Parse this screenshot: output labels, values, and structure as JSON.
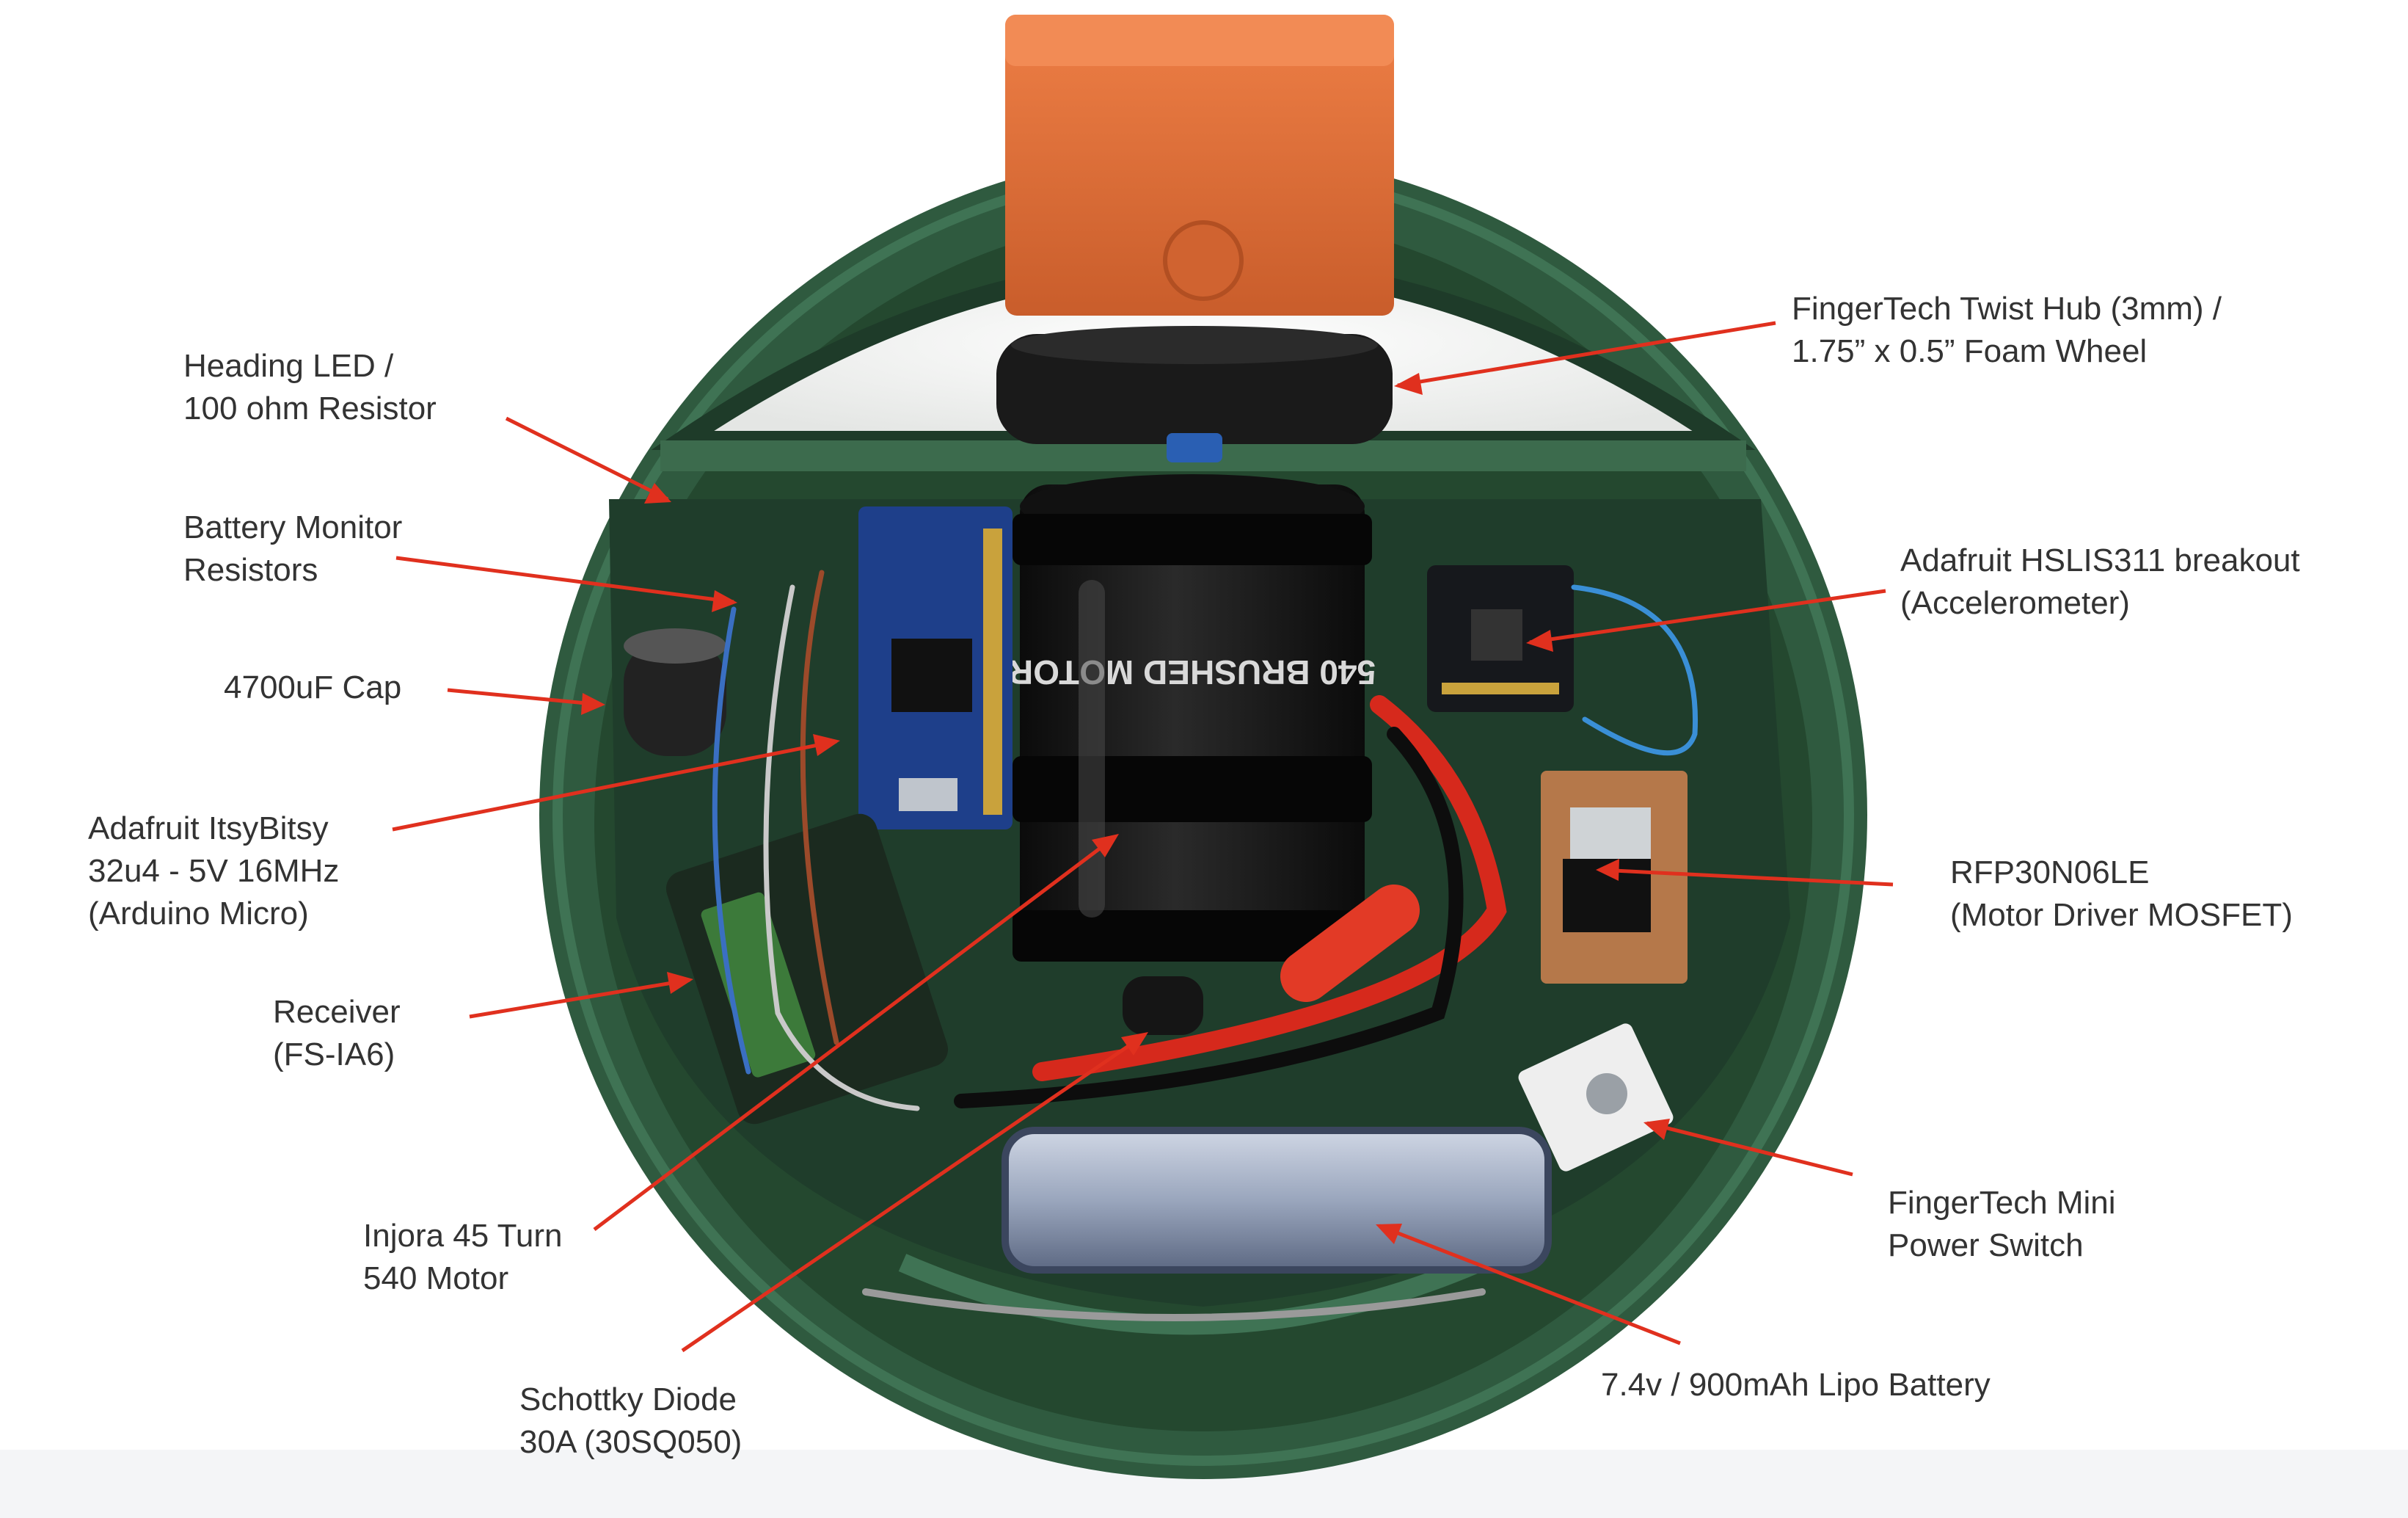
{
  "colors": {
    "background": "#ffffff",
    "shell_green": "#2f5a3f",
    "shell_inner": "#234634",
    "arm_orange": "#e06f3a",
    "motor_black": "#151515",
    "arrow_red": "#e0301e",
    "text": "#333333"
  },
  "motor_printed_text": "540 BRUSHED MOTOR",
  "labels": [
    {
      "id": "heading-led",
      "lines": [
        "Heading LED /",
        "100 ohm Resistor"
      ]
    },
    {
      "id": "battery-monitor-resistors",
      "lines": [
        "Battery Monitor",
        "Resistors"
      ]
    },
    {
      "id": "cap",
      "lines": [
        "4700uF Cap"
      ]
    },
    {
      "id": "itsybitsy",
      "lines": [
        "Adafruit ItsyBitsy",
        "32u4 - 5V 16MHz",
        "(Arduino Micro)"
      ]
    },
    {
      "id": "receiver",
      "lines": [
        "Receiver",
        "(FS-IA6)"
      ]
    },
    {
      "id": "motor",
      "lines": [
        "Injora 45 Turn",
        "540 Motor"
      ]
    },
    {
      "id": "diode",
      "lines": [
        "Schottky Diode",
        "30A (30SQ050)"
      ]
    },
    {
      "id": "twist-hub",
      "lines": [
        "FingerTech Twist Hub (3mm) /",
        "1.75” x 0.5” Foam Wheel"
      ]
    },
    {
      "id": "accelerometer",
      "lines": [
        "Adafruit HSLIS311 breakout",
        "(Accelerometer)"
      ]
    },
    {
      "id": "mosfet",
      "lines": [
        "RFP30N06LE",
        "(Motor Driver MOSFET)"
      ]
    },
    {
      "id": "power-switch",
      "lines": [
        "FingerTech Mini",
        "Power Switch"
      ]
    },
    {
      "id": "battery",
      "lines": [
        "7.4v / 900mAh Lipo Battery"
      ]
    }
  ]
}
